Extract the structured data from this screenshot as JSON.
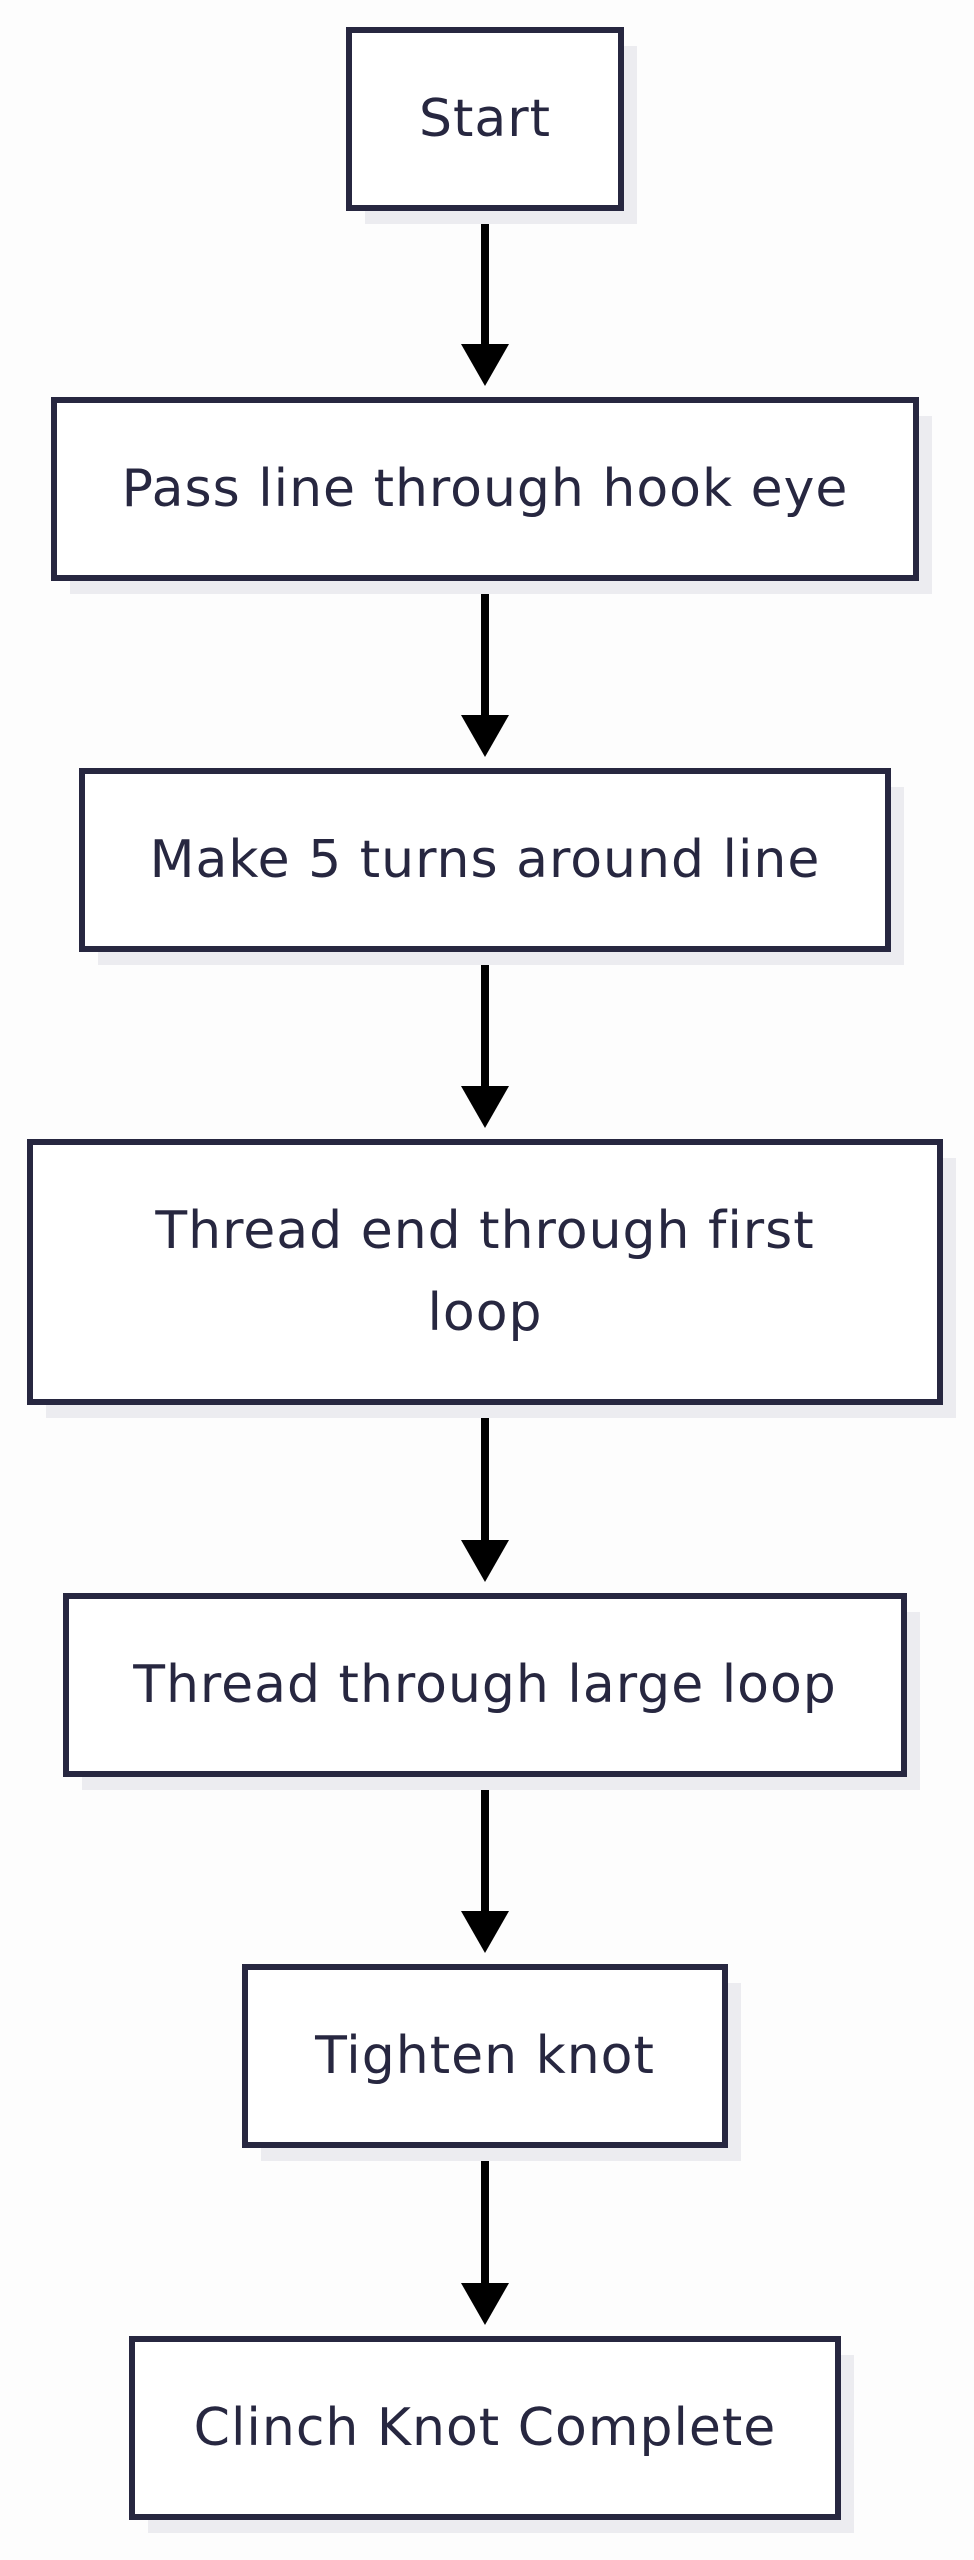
{
  "diagram": {
    "nodes": [
      {
        "id": "start",
        "lines": [
          "Start"
        ]
      },
      {
        "id": "pass-line",
        "lines": [
          "Pass line through hook eye"
        ]
      },
      {
        "id": "make-turns",
        "lines": [
          "Make 5 turns around line"
        ]
      },
      {
        "id": "thread-first-loop",
        "lines": [
          "Thread end through first",
          "loop"
        ]
      },
      {
        "id": "thread-large-loop",
        "lines": [
          "Thread through large loop"
        ]
      },
      {
        "id": "tighten",
        "lines": [
          "Tighten knot"
        ]
      },
      {
        "id": "complete",
        "lines": [
          "Clinch Knot Complete"
        ]
      }
    ],
    "edges": [
      {
        "from": "start",
        "to": "pass-line"
      },
      {
        "from": "pass-line",
        "to": "make-turns"
      },
      {
        "from": "make-turns",
        "to": "thread-first-loop"
      },
      {
        "from": "thread-first-loop",
        "to": "thread-large-loop"
      },
      {
        "from": "thread-large-loop",
        "to": "tighten"
      },
      {
        "from": "tighten",
        "to": "complete"
      }
    ],
    "colors": {
      "node_border": "#272740",
      "node_fill": "#ffffff",
      "node_text": "#272740",
      "shadow": "#ececf0",
      "arrow": "#000000",
      "background": "#fdfdfd"
    }
  }
}
